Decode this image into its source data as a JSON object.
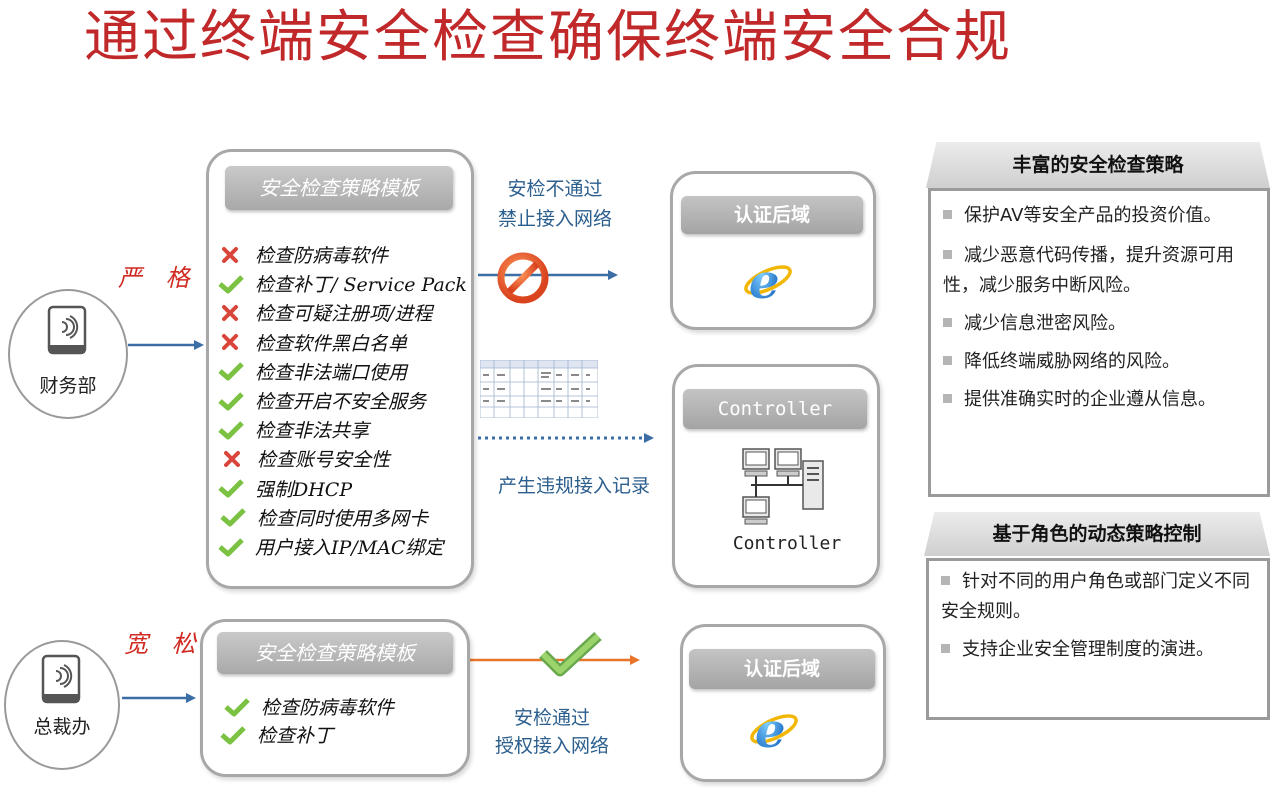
{
  "title": "通过终端安全检查确保终端安全合规",
  "strict": {
    "level": "严 格",
    "device": "财务部",
    "template": "安全检查策略模板",
    "checks": [
      {
        "label": "检查防病毒软件",
        "status": "fail"
      },
      {
        "label": "检查补丁/ Service Pack",
        "status": "pass"
      },
      {
        "label": "检查可疑注册项/进程",
        "status": "fail"
      },
      {
        "label": "检查软件黑白名单",
        "status": "fail"
      },
      {
        "label": "检查非法端口使用",
        "status": "pass"
      },
      {
        "label": "检查开启不安全服务",
        "status": "pass"
      },
      {
        "label": "检查非法共享",
        "status": "pass"
      },
      {
        "label": "检查账号安全性",
        "status": "fail"
      },
      {
        "label": "强制DHCP",
        "status": "pass"
      },
      {
        "label": "检查同时使用多网卡",
        "status": "pass"
      },
      {
        "label": "用户接入IP/MAC绑定",
        "status": "pass"
      }
    ],
    "deny_line1": "安检不通过",
    "deny_line2": "禁止接入网络",
    "record_text": "产生违规接入记录",
    "auth_domain": "认证后域",
    "controller_bar": "Controller",
    "controller_label": "Controller"
  },
  "loose": {
    "level": "宽 松",
    "device": "总裁办",
    "template": "安全检查策略模板",
    "checks": [
      {
        "label": "检查防病毒软件",
        "status": "pass"
      },
      {
        "label": "检查补丁",
        "status": "pass"
      }
    ],
    "pass_line1": "安检通过",
    "pass_line2": "授权接入网络",
    "auth_domain": "认证后域"
  },
  "right_panel_1": {
    "heading": "丰富的安全检查策略",
    "items": [
      "保护AV等安全产品的投资价值。",
      "减少恶意代码传播，提升资源可用性，减少服务中断风险。",
      "减少信息泄密风险。",
      "降低终端威胁网络的风险。",
      "提供准确实时的企业遵从信息。"
    ]
  },
  "right_panel_2": {
    "heading": "基于角色的动态策略控制",
    "items": [
      "针对不同的用户角色或部门定义不同安全规则。",
      "支持企业安全管理制度的演进。"
    ]
  },
  "colors": {
    "title": "#c0282a",
    "level": "#d12a22",
    "arrow_blue": "#3b6ea5",
    "arrow_orange": "#e8742a",
    "pass_green": "#7cc242",
    "fail_red": "#d9453a",
    "caption_blue": "#2c5f8e"
  },
  "icons": {
    "pass": "check-icon",
    "fail": "cross-icon",
    "device": "tablet-icon",
    "browser": "ie-browser-icon",
    "block": "prohibited-icon",
    "controller": "computer-network-icon"
  }
}
